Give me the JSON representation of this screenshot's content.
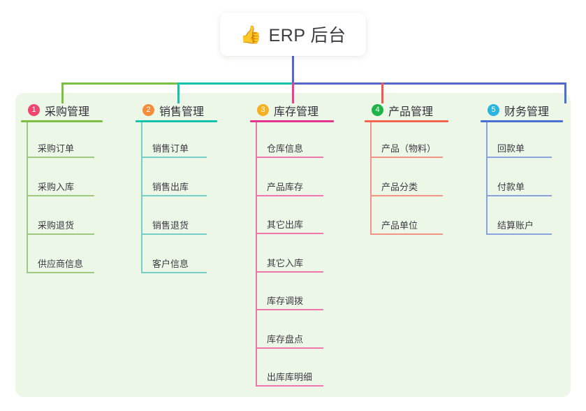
{
  "root": {
    "icon": "thumbs-up-icon",
    "emoji": "👍",
    "title": "ERP 后台"
  },
  "palette": {
    "panel_bg": "#edf7e8",
    "page_bg": "#ffffff",
    "text": "#30313a",
    "trunk_left": "#7ac143",
    "trunk_mid": "#13c3ab",
    "trunk_right": "#5566cc"
  },
  "columns": [
    {
      "index": "1",
      "label": "采购管理",
      "badge_color": "#ef476f",
      "rule_color": "#7ac143",
      "leaf_color": "#9ec97f",
      "drop_color": "#7ac143",
      "items": [
        {
          "label": "采购订单"
        },
        {
          "label": "采购入库"
        },
        {
          "label": "采购退货"
        },
        {
          "label": "供应商信息"
        }
      ]
    },
    {
      "index": "2",
      "label": "销售管理",
      "badge_color": "#f58c3c",
      "rule_color": "#13c3ab",
      "leaf_color": "#76cfc4",
      "drop_color": "#13c3ab",
      "items": [
        {
          "label": "销售订单"
        },
        {
          "label": "销售出库"
        },
        {
          "label": "销售退货"
        },
        {
          "label": "客户信息"
        }
      ]
    },
    {
      "index": "3",
      "label": "库存管理",
      "badge_color": "#f5b024",
      "rule_color": "#e5338f",
      "leaf_color": "#ef76ad",
      "drop_color": "#ec3f93",
      "items": [
        {
          "label": "仓库信息"
        },
        {
          "label": "产品库存"
        },
        {
          "label": "其它出库"
        },
        {
          "label": "其它入库"
        },
        {
          "label": "库存调拨"
        },
        {
          "label": "库存盘点"
        },
        {
          "label": "出库库明细"
        }
      ]
    },
    {
      "index": "4",
      "label": "产品管理",
      "badge_color": "#1fb34a",
      "rule_color": "#f2654f",
      "leaf_color": "#f49385",
      "drop_color": "#f2584f",
      "items": [
        {
          "label": "产品（物料）"
        },
        {
          "label": "产品分类"
        },
        {
          "label": "产品单位"
        }
      ]
    },
    {
      "index": "5",
      "label": "财务管理",
      "badge_color": "#2ab4e0",
      "rule_color": "#4a6fd0",
      "leaf_color": "#8aa3dd",
      "drop_color": "#4a6fd0",
      "items": [
        {
          "label": "回款单"
        },
        {
          "label": "付款单"
        },
        {
          "label": "结算账户"
        }
      ]
    }
  ]
}
